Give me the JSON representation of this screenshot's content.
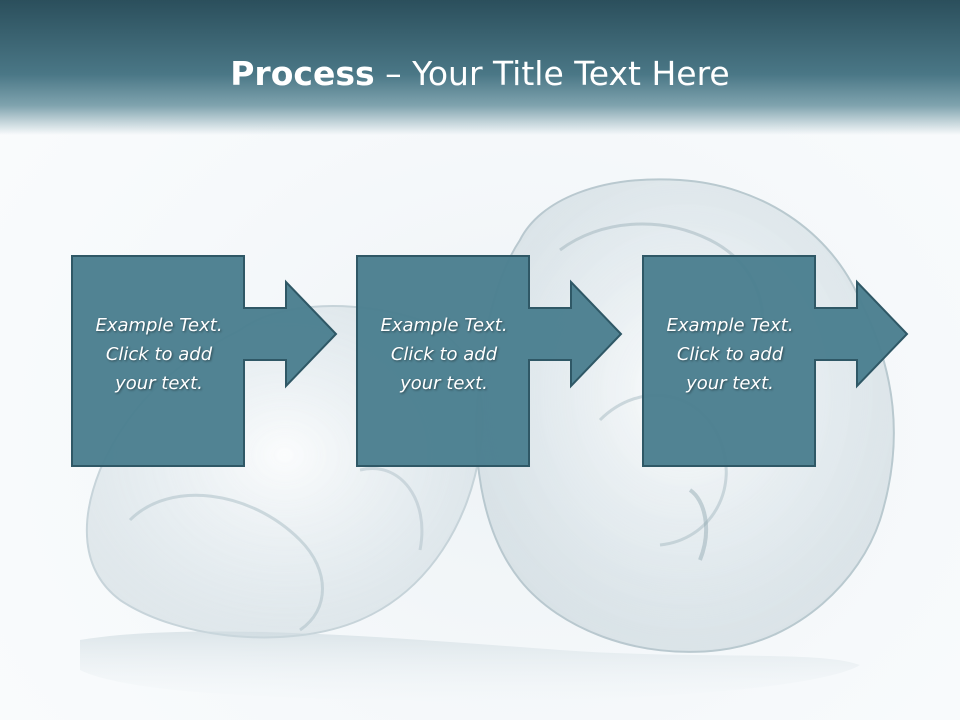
{
  "slide": {
    "title_bold": "Process",
    "title_rest": " – Your Title Text Here",
    "steps": [
      {
        "line1": "Example Text.",
        "line2": "Click  to add",
        "line3": "your text."
      },
      {
        "line1": "Example Text.",
        "line2": "Click  to add",
        "line3": "your text."
      },
      {
        "line1": "Example Text.",
        "line2": "Click  to add",
        "line3": "your text."
      }
    ]
  },
  "colors": {
    "box_fill": "#4b7f90",
    "box_stroke": "#2f5866",
    "header_dark": "#2b4f5c",
    "header_mid": "#4a7786"
  },
  "icons": {
    "step_connector": "right-arrow-icon",
    "background": "ice-cube-image"
  }
}
